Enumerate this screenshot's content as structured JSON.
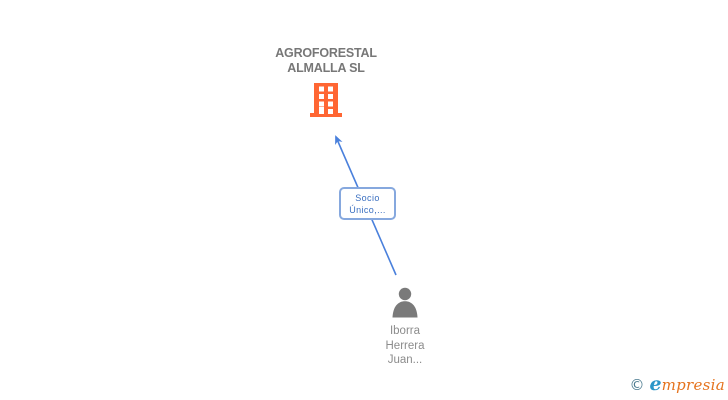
{
  "diagram": {
    "company_node": {
      "name_line1": "AGROFORESTAL",
      "name_line2": "ALMALLA SL",
      "icon": "building-icon",
      "icon_color": "#FF6633",
      "name_color": "#777777"
    },
    "edge": {
      "label_line1": "Socio",
      "label_line2": "Único,...",
      "line_color": "#4A80DC",
      "label_text_color": "#3A6FC0",
      "label_border_color": "#86A8DE"
    },
    "person_node": {
      "name_line1": "Iborra",
      "name_line2": "Herrera",
      "name_line3": "Juan...",
      "icon": "person-icon",
      "icon_color": "#7A7A7A",
      "name_color": "#8C8C8C"
    }
  },
  "watermark": {
    "copyright_symbol": "©",
    "brand_initial": "e",
    "brand_rest": "mpresia",
    "copyright_color": "#4A7A8F",
    "brand_initial_color": "#2B96C8",
    "brand_rest_color": "#E5731E"
  }
}
